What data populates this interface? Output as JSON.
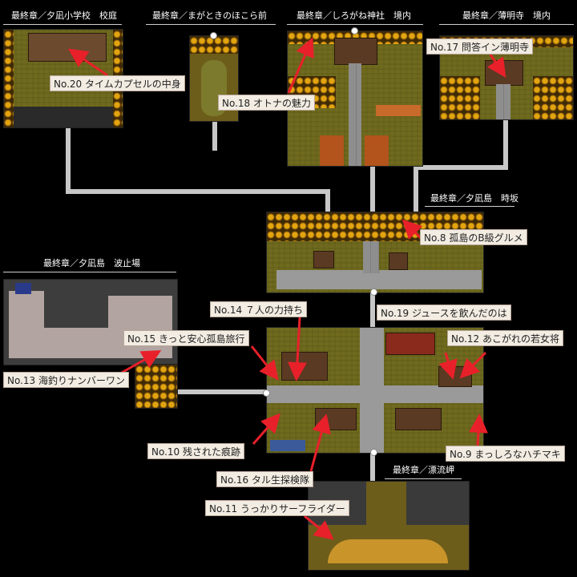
{
  "titles": {
    "school": "最終章／夕凪小学校　校庭",
    "shrine_front": "最終章／まがときのほこら前",
    "shirogane": "最終章／しろがね神社　境内",
    "hakumeiji": "最終章／薄明寺　境内",
    "tokisaka": "最終章／夕凪島　時坂",
    "hatoba": "最終章／夕凪島　波止場",
    "hyoryumisaki": "最終章／漂流岬"
  },
  "labels": {
    "no20": "No.20 タイムカプセルの中身",
    "no18": "No.18 オトナの魅力",
    "no17": "No.17 問答イン薄明寺",
    "no8": "No.8 孤島のB級グルメ",
    "no14": "No.14 ７人の力持ち",
    "no19": "No.19 ジュースを飲んだのは",
    "no15": "No.15 きっと安心孤島旅行",
    "no12": "No.12 あこがれの若女将",
    "no13": "No.13 海釣りナンバーワン",
    "no10": "No.10 残された痕跡",
    "no9": "No.9 まっしろなハチマキ",
    "no16": "No.16 タル生探検隊",
    "no11": "No.11 うっかりサーフライダー"
  },
  "colors": {
    "label_bg": "#f2ece2",
    "arrow": "#e8202a",
    "connector": "#c7c7c7",
    "background": "#000000"
  }
}
